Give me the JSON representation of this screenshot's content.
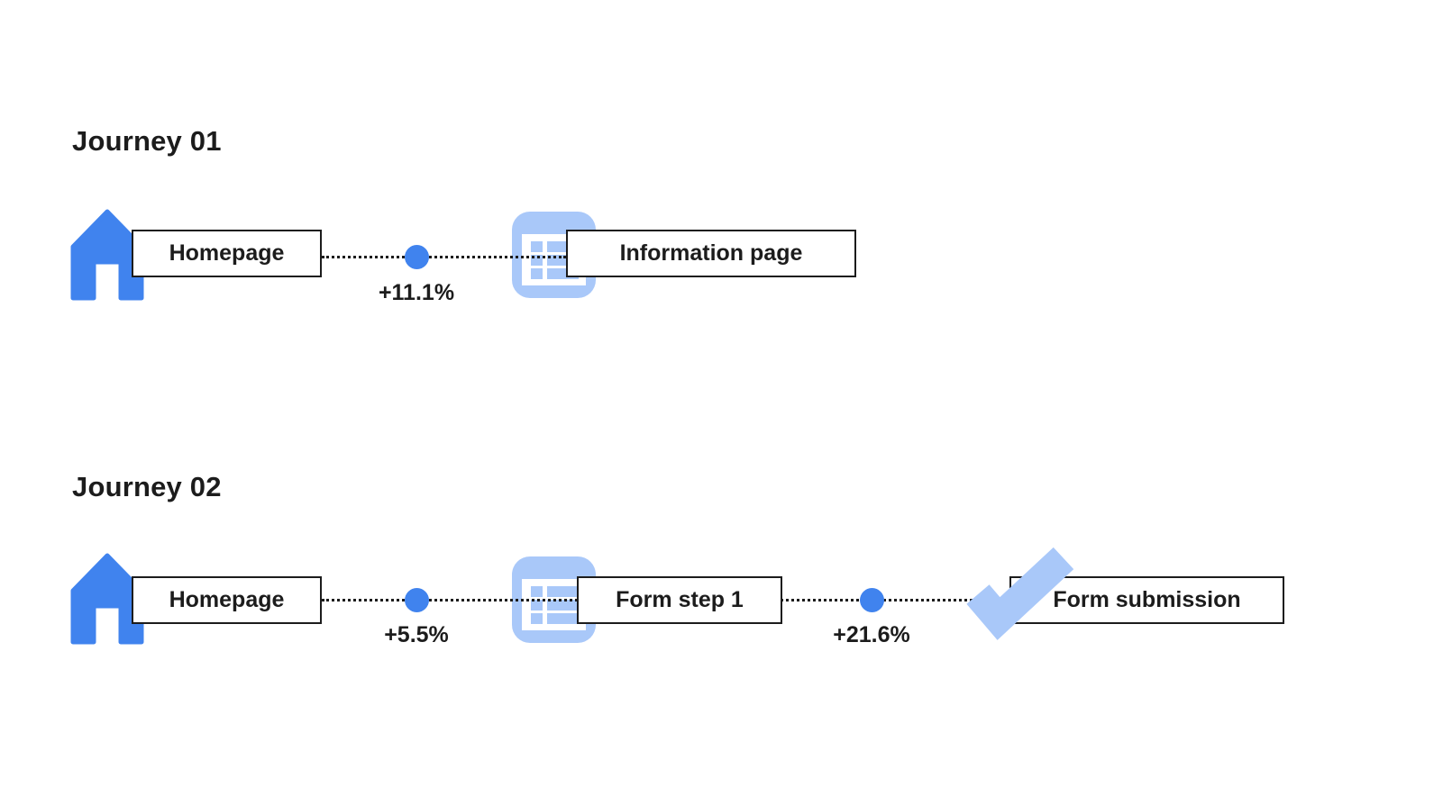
{
  "colors": {
    "primary_blue": "#4083ee",
    "light_blue": "#a9c8f9",
    "text": "#1c1c1c",
    "box_border": "#1c1c1c",
    "line": "#1c1c1c"
  },
  "journeys": [
    {
      "title": "Journey 01",
      "steps": [
        {
          "label": "Homepage",
          "icon": "home-icon"
        },
        {
          "label": "Information page",
          "icon": "information-page-icon"
        }
      ],
      "transitions": [
        {
          "delta": "+11.1%"
        }
      ]
    },
    {
      "title": "Journey 02",
      "steps": [
        {
          "label": "Homepage",
          "icon": "home-icon"
        },
        {
          "label": "Form step 1",
          "icon": "form-page-icon"
        },
        {
          "label": "Form submission",
          "icon": "check-icon"
        }
      ],
      "transitions": [
        {
          "delta": "+5.5%"
        },
        {
          "delta": "+21.6%"
        }
      ]
    }
  ]
}
